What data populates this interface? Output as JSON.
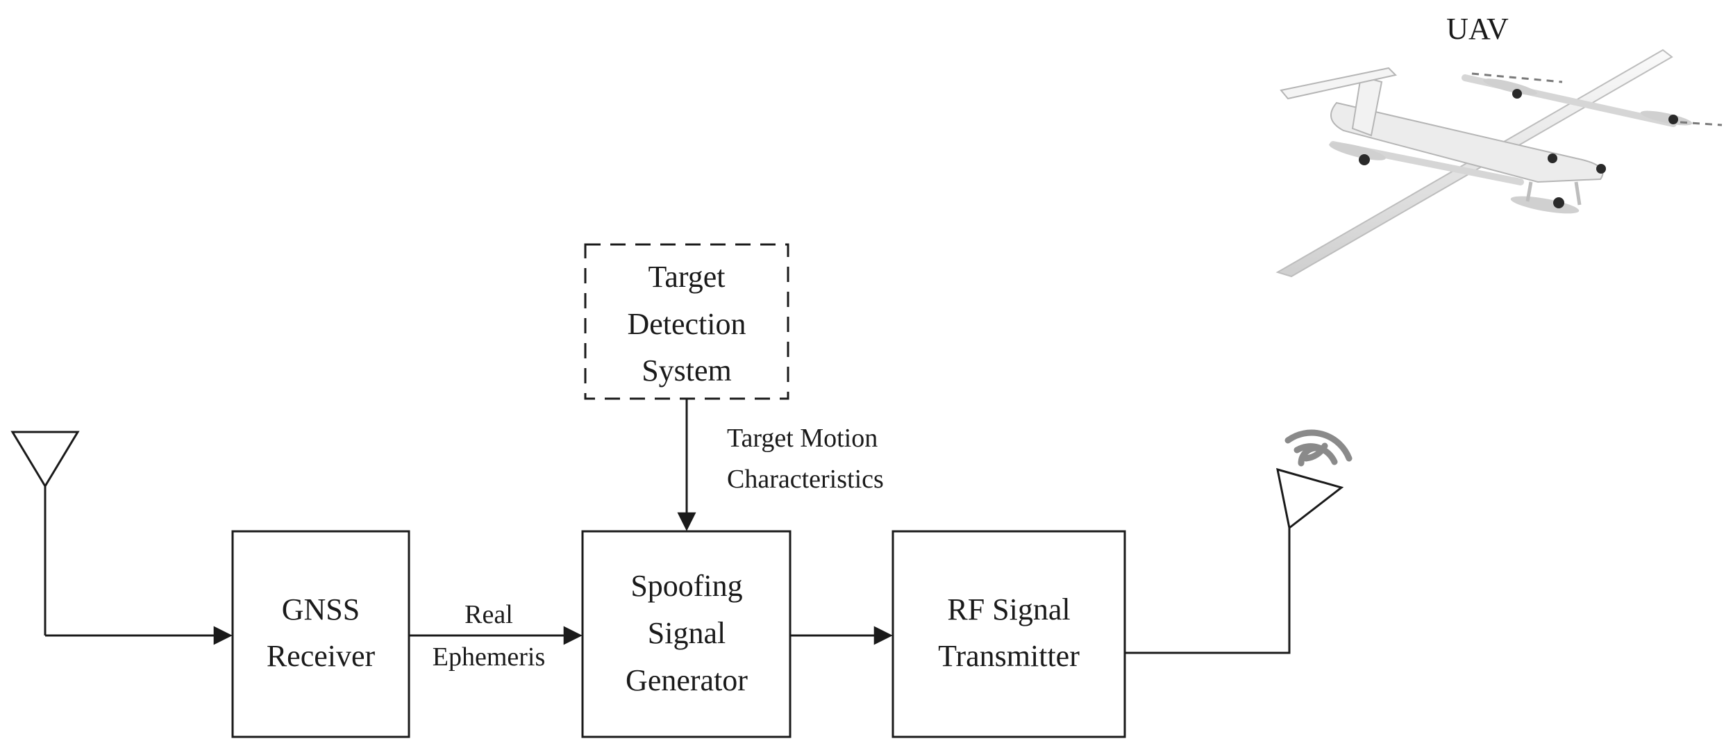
{
  "uav": {
    "label": "UAV"
  },
  "blocks": {
    "gnss_receiver": {
      "lines": [
        "GNSS",
        "Receiver"
      ]
    },
    "spoofing_generator": {
      "lines": [
        "Spoofing",
        "Signal",
        "Generator"
      ]
    },
    "rf_transmitter": {
      "lines": [
        "RF Signal",
        "Transmitter"
      ]
    },
    "target_detection": {
      "lines": [
        "Target",
        "Detection",
        "System"
      ]
    }
  },
  "edge_labels": {
    "real_ephemeris": [
      "Real",
      "Ephemeris"
    ],
    "target_motion": [
      "Target Motion",
      "Characteristics"
    ]
  },
  "colors": {
    "stroke": "#1a1a1a",
    "wave": "#8a8a8a",
    "uav_body": "#e6e6e6"
  }
}
